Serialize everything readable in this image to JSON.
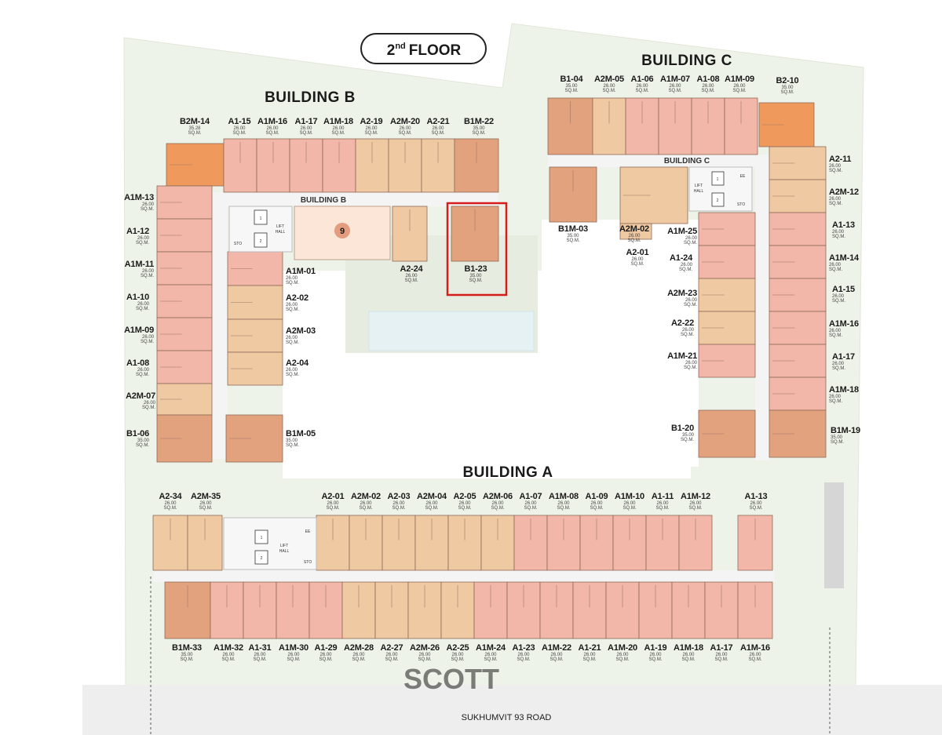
{
  "floor": {
    "title": "2",
    "superscript": "nd",
    "suffix": "FLOOR"
  },
  "buildings": {
    "b": "BUILDING B",
    "c": "BUILDING C",
    "a": "BUILDING A",
    "b_corridor": "BUILDING B",
    "c_corridor": "BUILDING C"
  },
  "road": "SUKHUMVIT 93 ROAD",
  "lift_hall": [
    "LIFT",
    "HALL"
  ],
  "sto": "STO",
  "ee": "EE",
  "amenity_number": "9",
  "highlighted_unit": "B1-23",
  "watermark": "SCOTT",
  "colors": {
    "a1": "#f2b7a8",
    "a2": "#efc9a2",
    "b1": "#e3a27e",
    "b2": "#ef9a5c",
    "highlight": "#d71c1c",
    "green": "#e9f0e3",
    "road": "#ececec"
  },
  "units": [
    {
      "code": "B2M-14",
      "area": "35.28",
      "unit": "SQ.M."
    },
    {
      "code": "A1-15",
      "area": "26.00",
      "unit": "SQ.M."
    },
    {
      "code": "A1M-16",
      "area": "26.00",
      "unit": "SQ.M."
    },
    {
      "code": "A1-17",
      "area": "26.00",
      "unit": "SQ.M."
    },
    {
      "code": "A1M-18",
      "area": "26.00",
      "unit": "SQ.M."
    },
    {
      "code": "A2-19",
      "area": "26.00",
      "unit": "SQ.M."
    },
    {
      "code": "A2M-20",
      "area": "26.00",
      "unit": "SQ.M."
    },
    {
      "code": "A2-21",
      "area": "26.00",
      "unit": "SQ.M."
    },
    {
      "code": "B1M-22",
      "area": "35.00",
      "unit": "SQ.M."
    },
    {
      "code": "A1M-13",
      "area": "26.00",
      "unit": "SQ.M."
    },
    {
      "code": "A1-12",
      "area": "26.00",
      "unit": "SQ.M."
    },
    {
      "code": "A1M-11",
      "area": "26.00",
      "unit": "SQ.M."
    },
    {
      "code": "A1-10",
      "area": "26.00",
      "unit": "SQ.M."
    },
    {
      "code": "A1M-09",
      "area": "26.00",
      "unit": "SQ.M."
    },
    {
      "code": "A1-08",
      "area": "26.00",
      "unit": "SQ.M."
    },
    {
      "code": "A2M-07",
      "area": "26.00",
      "unit": "SQ.M."
    },
    {
      "code": "B1-06",
      "area": "35.00",
      "unit": "SQ.M."
    },
    {
      "code": "B1M-05",
      "area": "35.00",
      "unit": "SQ.M."
    },
    {
      "code": "A1M-01",
      "area": "26.00",
      "unit": "SQ.M."
    },
    {
      "code": "A2-02",
      "area": "26.00",
      "unit": "SQ.M."
    },
    {
      "code": "A2M-03",
      "area": "26.00",
      "unit": "SQ.M."
    },
    {
      "code": "A2-04",
      "area": "26.00",
      "unit": "SQ.M."
    },
    {
      "code": "A2-24",
      "area": "26.00",
      "unit": "SQ.M."
    },
    {
      "code": "B1-23",
      "area": "35.00",
      "unit": "SQ.M."
    },
    {
      "code": "B1-04",
      "area": "35.00",
      "unit": "SQ.M."
    },
    {
      "code": "A2M-05",
      "area": "26.00",
      "unit": "SQ.M."
    },
    {
      "code": "A1-06",
      "area": "26.00",
      "unit": "SQ.M."
    },
    {
      "code": "A1M-07",
      "area": "26.00",
      "unit": "SQ.M."
    },
    {
      "code": "A1-08",
      "area": "26.00",
      "unit": "SQ.M."
    },
    {
      "code": "A1M-09",
      "area": "26.00",
      "unit": "SQ.M."
    },
    {
      "code": "B2-10",
      "area": "35.00",
      "unit": "SQ.M."
    },
    {
      "code": "A2-11",
      "area": "26.00",
      "unit": "SQ.M."
    },
    {
      "code": "A2M-12",
      "area": "26.00",
      "unit": "SQ.M."
    },
    {
      "code": "A1-13",
      "area": "26.00",
      "unit": "SQ.M."
    },
    {
      "code": "A1M-14",
      "area": "26.00",
      "unit": "SQ.M."
    },
    {
      "code": "A1-15",
      "area": "26.00",
      "unit": "SQ.M."
    },
    {
      "code": "A1M-16",
      "area": "26.00",
      "unit": "SQ.M."
    },
    {
      "code": "A1-17",
      "area": "26.00",
      "unit": "SQ.M."
    },
    {
      "code": "A1M-18",
      "area": "26.00",
      "unit": "SQ.M."
    },
    {
      "code": "B1M-19",
      "area": "35.00",
      "unit": "SQ.M."
    },
    {
      "code": "B1M-03",
      "area": "35.00",
      "unit": "SQ.M."
    },
    {
      "code": "A2M-02",
      "area": "26.00",
      "unit": "SQ.M."
    },
    {
      "code": "A2-01",
      "area": "26.00",
      "unit": "SQ.M."
    },
    {
      "code": "A1M-25",
      "area": "26.00",
      "unit": "SQ.M."
    },
    {
      "code": "A1-24",
      "area": "26.00",
      "unit": "SQ.M."
    },
    {
      "code": "A2M-23",
      "area": "26.00",
      "unit": "SQ.M."
    },
    {
      "code": "A2-22",
      "area": "26.00",
      "unit": "SQ.M."
    },
    {
      "code": "A1M-21",
      "area": "26.00",
      "unit": "SQ.M."
    },
    {
      "code": "B1-20",
      "area": "35.00",
      "unit": "SQ.M."
    },
    {
      "code": "A2-34",
      "area": "26.00",
      "unit": "SQ.M."
    },
    {
      "code": "A2M-35",
      "area": "26.00",
      "unit": "SQ.M."
    },
    {
      "code": "A2-01",
      "area": "26.00",
      "unit": "SQ.M."
    },
    {
      "code": "A2M-02",
      "area": "26.00",
      "unit": "SQ.M."
    },
    {
      "code": "A2-03",
      "area": "26.00",
      "unit": "SQ.M."
    },
    {
      "code": "A2M-04",
      "area": "26.00",
      "unit": "SQ.M."
    },
    {
      "code": "A2-05",
      "area": "26.00",
      "unit": "SQ.M."
    },
    {
      "code": "A2M-06",
      "area": "26.00",
      "unit": "SQ.M."
    },
    {
      "code": "A1-07",
      "area": "26.00",
      "unit": "SQ.M."
    },
    {
      "code": "A1M-08",
      "area": "26.00",
      "unit": "SQ.M."
    },
    {
      "code": "A1-09",
      "area": "26.00",
      "unit": "SQ.M."
    },
    {
      "code": "A1M-10",
      "area": "26.00",
      "unit": "SQ.M."
    },
    {
      "code": "A1-11",
      "area": "26.00",
      "unit": "SQ.M."
    },
    {
      "code": "A1M-12",
      "area": "26.00",
      "unit": "SQ.M."
    },
    {
      "code": "A1-13",
      "area": "26.00",
      "unit": "SQ.M."
    },
    {
      "code": "B1M-33",
      "area": "35.00",
      "unit": "SQ.M."
    },
    {
      "code": "A1M-32",
      "area": "26.00",
      "unit": "SQ.M."
    },
    {
      "code": "A1-31",
      "area": "26.00",
      "unit": "SQ.M."
    },
    {
      "code": "A1M-30",
      "area": "26.00",
      "unit": "SQ.M."
    },
    {
      "code": "A1-29",
      "area": "26.00",
      "unit": "SQ.M."
    },
    {
      "code": "A2M-28",
      "area": "26.00",
      "unit": "SQ.M."
    },
    {
      "code": "A2-27",
      "area": "26.00",
      "unit": "SQ.M."
    },
    {
      "code": "A2M-26",
      "area": "26.00",
      "unit": "SQ.M."
    },
    {
      "code": "A2-25",
      "area": "26.00",
      "unit": "SQ.M."
    },
    {
      "code": "A1M-24",
      "area": "26.00",
      "unit": "SQ.M."
    },
    {
      "code": "A1-23",
      "area": "26.00",
      "unit": "SQ.M."
    },
    {
      "code": "A1M-22",
      "area": "26.00",
      "unit": "SQ.M."
    },
    {
      "code": "A1-21",
      "area": "26.00",
      "unit": "SQ.M."
    },
    {
      "code": "A1M-20",
      "area": "26.00",
      "unit": "SQ.M."
    },
    {
      "code": "A1-19",
      "area": "26.00",
      "unit": "SQ.M."
    },
    {
      "code": "A1M-18",
      "area": "26.00",
      "unit": "SQ.M."
    },
    {
      "code": "A1-17",
      "area": "26.00",
      "unit": "SQ.M."
    },
    {
      "code": "A1M-16",
      "area": "26.00",
      "unit": "SQ.M."
    }
  ]
}
